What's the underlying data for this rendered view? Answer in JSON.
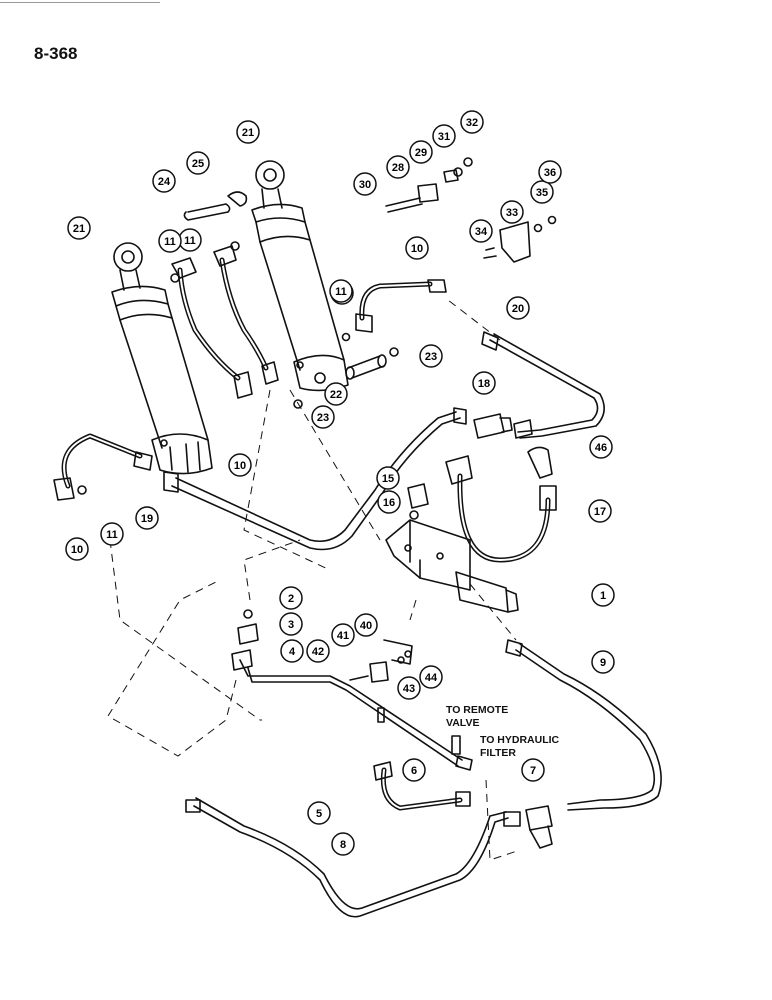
{
  "page": {
    "number": "8-368"
  },
  "notes": {
    "remote_valve": "TO REMOTE\nVALVE",
    "hydraulic_filter": "TO HYDRAULIC\nFILTER"
  },
  "callouts": [
    "1",
    "2",
    "3",
    "4",
    "5",
    "6",
    "7",
    "8",
    "9",
    "10",
    "10",
    "10",
    "10",
    "11",
    "11",
    "11",
    "11",
    "15",
    "16",
    "17",
    "18",
    "19",
    "20",
    "21",
    "21",
    "22",
    "23",
    "23",
    "24",
    "25",
    "28",
    "29",
    "30",
    "31",
    "32",
    "33",
    "34",
    "35",
    "36",
    "40",
    "41",
    "42",
    "43",
    "44",
    "46"
  ],
  "colors": {
    "ink": "#111111",
    "paper": "#ffffff",
    "hose": "#1a1a1a"
  }
}
